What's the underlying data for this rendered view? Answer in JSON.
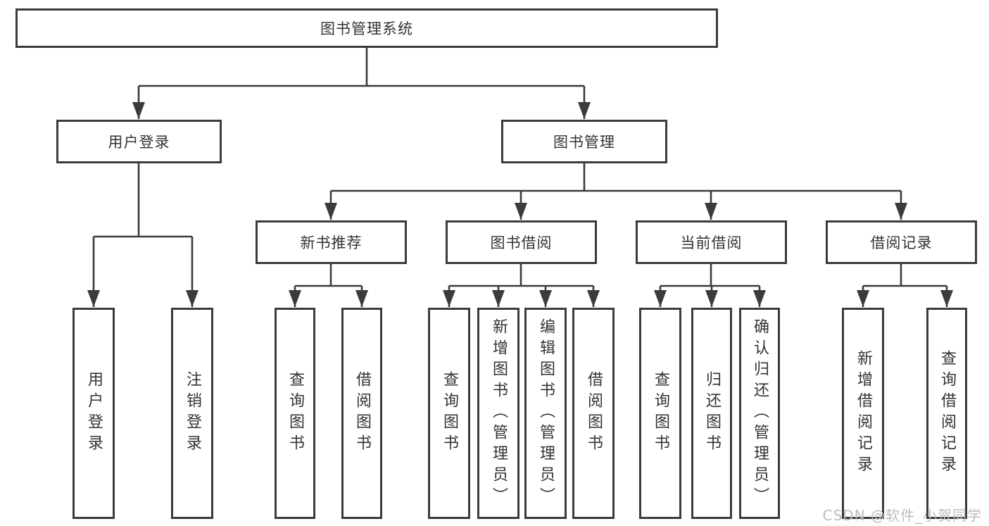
{
  "diagram": {
    "title": "图书管理系统",
    "tree": {
      "root_label": "图书管理系统",
      "branches": [
        {
          "label": "用户登录",
          "leaves": [
            "用户登录",
            "注销登录"
          ]
        },
        {
          "label": "图书管理",
          "groups": [
            {
              "label": "新书推荐",
              "leaves": [
                "查询图书",
                "借阅图书"
              ]
            },
            {
              "label": "图书借阅",
              "leaves": [
                "查询图书",
                "新增图书（管理员）",
                "编辑图书（管理员）",
                "借阅图书"
              ]
            },
            {
              "label": "当前借阅",
              "leaves": [
                "查询图书",
                "归还图书",
                "确认归还（管理员）"
              ]
            },
            {
              "label": "借阅记录",
              "leaves": [
                "新增借阅记录",
                "查询借阅记录"
              ]
            }
          ]
        }
      ]
    },
    "colors": {
      "line": "#3b3b3b",
      "box_border": "#3b3b3b",
      "box_fill": "#ffffff",
      "text": "#333333",
      "watermark": "#bdbdbd",
      "background": "#ffffff"
    }
  },
  "watermark": "CSDN @软件_小贺同学"
}
